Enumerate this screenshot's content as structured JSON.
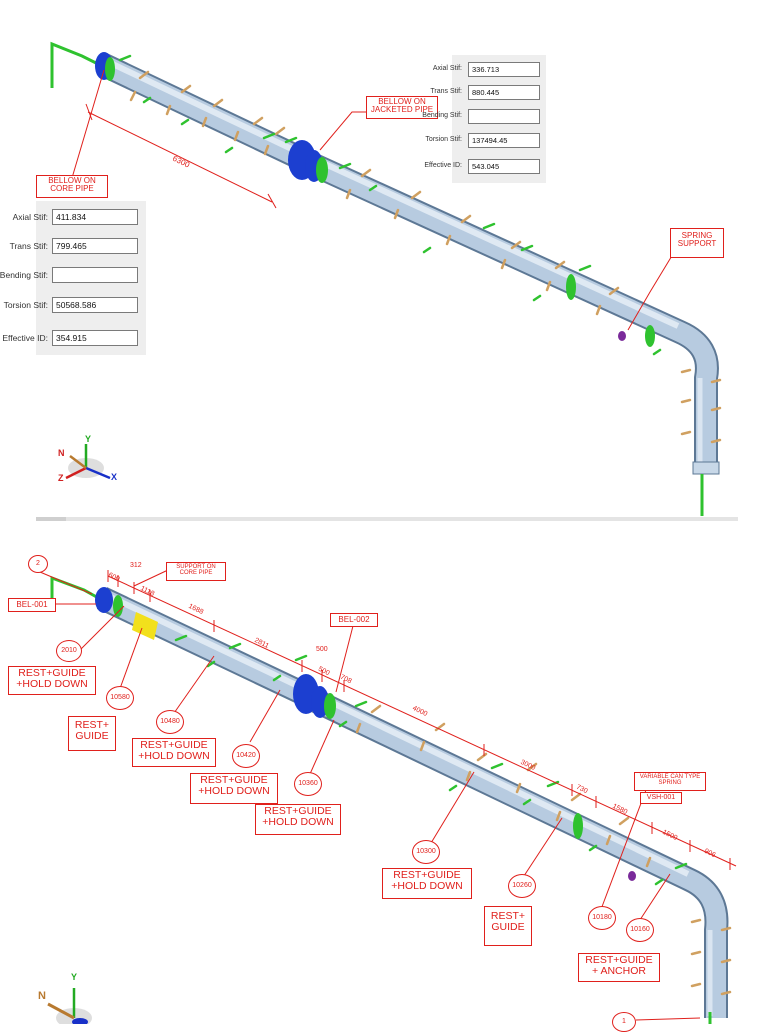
{
  "view1": {
    "labels": {
      "bellow_core": [
        "BELLOW ON",
        "CORE PIPE"
      ],
      "bellow_jacketed": [
        "BELLOW ON",
        "JACKETED PIPE"
      ],
      "spring_support": [
        "SPRING",
        "SUPPORT"
      ]
    },
    "dimension": "6300",
    "panel_left": {
      "axial_label": "Axial Stif:",
      "axial_value": "411.834",
      "trans_label": "Trans Stif:",
      "trans_value": "799.465",
      "bending_label": "Bending Stif:",
      "bending_value": "",
      "torsion_label": "Torsion Stif:",
      "torsion_value": "50568.586",
      "eff_label": "Effective ID:",
      "eff_value": "354.915"
    },
    "panel_right": {
      "axial_label": "Axial Stif:",
      "axial_value": "336.713",
      "trans_label": "Trans Stif:",
      "trans_value": "880.445",
      "bending_label": "Bending Stif:",
      "bending_value": "",
      "torsion_label": "Torsion Stif:",
      "torsion_value": "137494.45",
      "eff_label": "Effective ID:",
      "eff_value": "543.045"
    },
    "axes": {
      "x": "X",
      "y": "Y",
      "z": "Z",
      "n": "N"
    }
  },
  "view2": {
    "tags": {
      "bel001": "BEL-001",
      "bel002": "BEL-002",
      "vsh001": "VSH-001"
    },
    "support_core": [
      "SUPPORT ON",
      "CORE PIPE"
    ],
    "variable_can": [
      "VARIABLE CAN TYPE",
      "SPRING"
    ],
    "nodes": {
      "n2": "2",
      "n1": "1",
      "n2010": "2010",
      "n10580": "10580",
      "n10480": "10480",
      "n10420": "10420",
      "n10360": "10360",
      "n10300": "10300",
      "n10260": "10260",
      "n10180": "10180",
      "n10160": "10160"
    },
    "dims": {
      "d312": "312",
      "d600": "600",
      "d1118": "1118",
      "d1688": "1688",
      "d2811": "2811",
      "d500a": "500",
      "d500b": "500",
      "d708": "708",
      "d4000": "4000",
      "d3000": "3000",
      "d730": "730",
      "d1580": "1580",
      "d1500": "1500",
      "d906": "906"
    },
    "callouts": {
      "c1": [
        "REST+GUIDE",
        "+HOLD DOWN"
      ],
      "c2": [
        "REST+",
        "GUIDE"
      ],
      "c3": [
        "REST+GUIDE",
        "+HOLD DOWN"
      ],
      "c4": [
        "REST+GUIDE",
        "+HOLD DOWN"
      ],
      "c5": [
        "REST+GUIDE",
        "+HOLD DOWN"
      ],
      "c6": [
        "REST+GUIDE",
        "+HOLD DOWN"
      ],
      "c7": [
        "REST+",
        "GUIDE"
      ],
      "c8": [
        "REST+GUIDE",
        "+ ANCHOR"
      ]
    },
    "axes": {
      "y": "Y",
      "n": "N"
    }
  },
  "colors": {
    "annotation": "#e0201c",
    "pipe": "#a9bfd4",
    "support_green": "#2fc22f",
    "support_tan": "#d0a060",
    "bellow_blue": "#1c3fd0",
    "axis_x": "#1830c8",
    "axis_y": "#22aa22",
    "axis_z": "#d02020"
  }
}
